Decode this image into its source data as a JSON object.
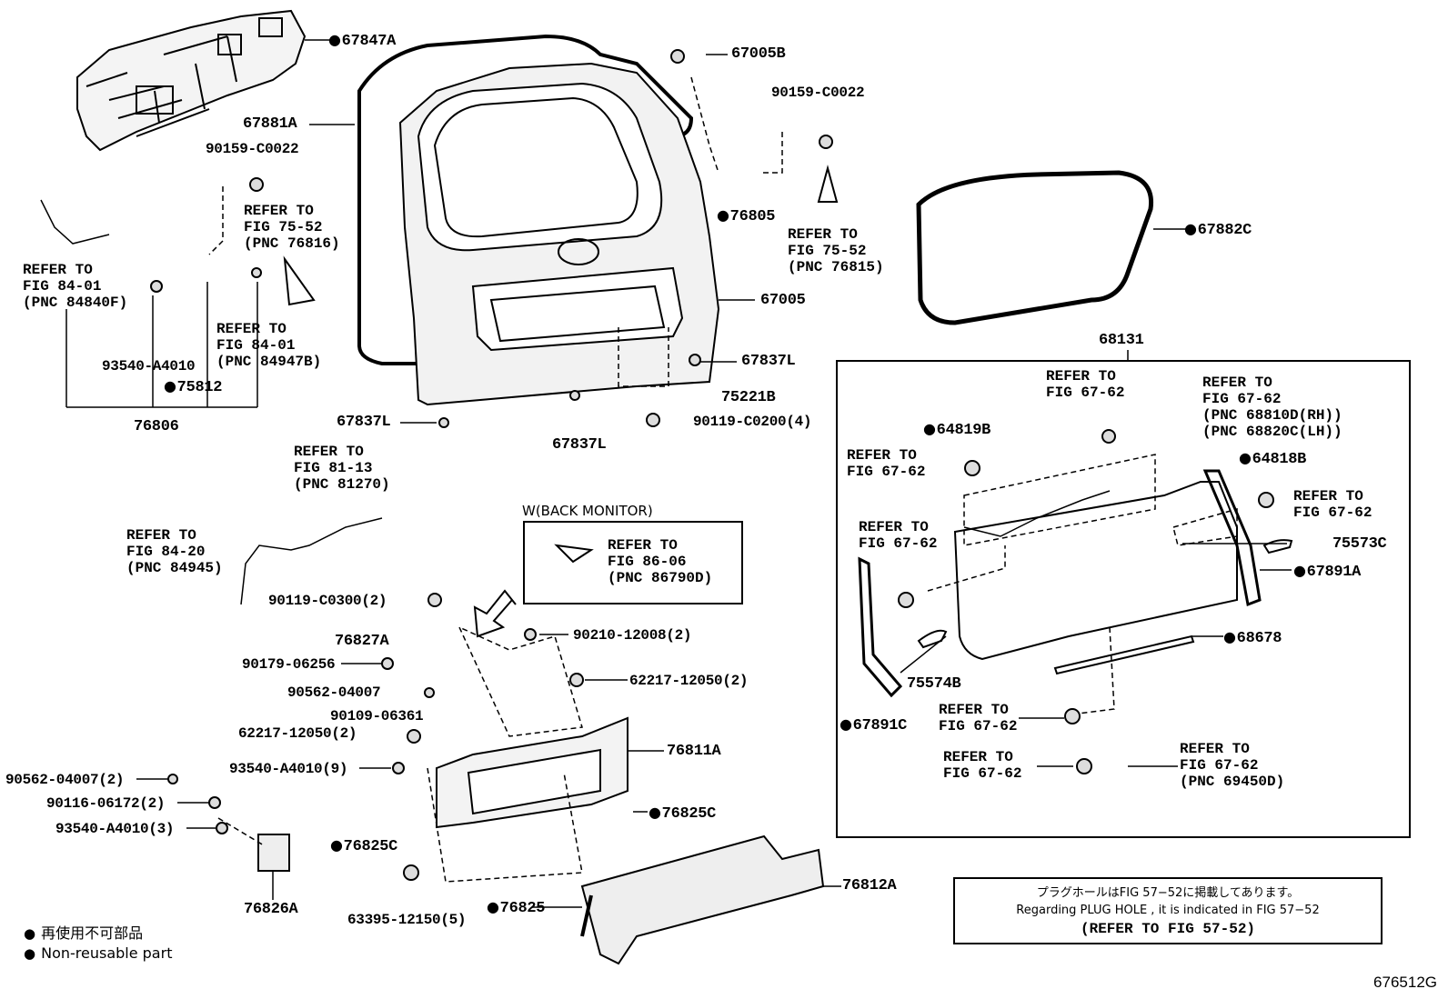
{
  "parts": {
    "p67847A": "67847A",
    "p67881A": "67881A",
    "p67005B": "67005B",
    "p90159a": "90159-C0022",
    "p90159b": "90159-C0022",
    "p76805": "76805",
    "p67882C": "67882C",
    "p67005": "67005",
    "p67837L_a": "67837L",
    "p67837L_b": "67837L",
    "p67837L_c": "67837L",
    "p75221B": "75221B",
    "p90119_0200": "90119-C0200(4)",
    "p93540a": "93540-A4010",
    "p75812": "75812",
    "p76806": "76806",
    "p68131": "68131",
    "p64819B": "64819B",
    "p64818B": "64818B",
    "p75573C": "75573C",
    "p67891A": "67891A",
    "p68678": "68678",
    "p75574B": "75574B",
    "p67891C": "67891C",
    "p90119_0300": "90119-C0300(2)",
    "p76827A": "76827A",
    "p90210": "90210-12008(2)",
    "p90179": "90179-06256",
    "p62217a": "62217-12050(2)",
    "p90562a": "90562-04007",
    "p90109": "90109-06361",
    "p62217b": "62217-12050(2)",
    "p76811A": "76811A",
    "p93540b": "93540-A4010(9)",
    "p90562b": "90562-04007(2)",
    "p90116": "90116-06172(2)",
    "p76825C_a": "76825C",
    "p93540c": "93540-A4010(3)",
    "p76825C_b": "76825C",
    "p76826A": "76826A",
    "p63395": "63395-12150(5)",
    "p76825": "76825",
    "p76812A": "76812A"
  },
  "refs": {
    "r7552a": "REFER TO\nFIG 75-52\n(PNC 76816)",
    "r7552b": "REFER TO\nFIG 75-52\n(PNC 76815)",
    "r8401a": "REFER TO\nFIG 84-01\n(PNC 84840F)",
    "r8401b": "REFER TO\nFIG 84-01\n(PNC 84947B)",
    "r8113": "REFER TO\nFIG 81-13\n(PNC 81270)",
    "r8420": "REFER TO\nFIG 84-20\n(PNC 84945)",
    "r8606": "REFER TO\nFIG 86-06\n(PNC 86790D)",
    "r6762a": "REFER TO\nFIG 67-62",
    "r6762b": "REFER TO\nFIG 67-62\n(PNC 68810D(RH))\n(PNC 68820C(LH))",
    "r6762c": "REFER TO\nFIG 67-62",
    "r6762d": "REFER TO\nFIG 67-62",
    "r6762e": "REFER TO\nFIG 67-62",
    "r6762f": "REFER TO\nFIG 67-62",
    "r6762g": "REFER TO\nFIG 67-62",
    "r6762h": "REFER TO\nFIG 67-62\n(PNC 69450D)"
  },
  "back_monitor_title": "W(BACK MONITOR)",
  "legend": {
    "jp": "再使用不可部品",
    "en": "Non-reusable part"
  },
  "note": {
    "jp": "プラグホールはFIG 57−52に掲載してあります。",
    "en": "Regarding PLUG HOLE , it is indicated in FIG 57−52",
    "ref": "(REFER TO FIG 57-52)"
  },
  "figure_id": "676512G"
}
